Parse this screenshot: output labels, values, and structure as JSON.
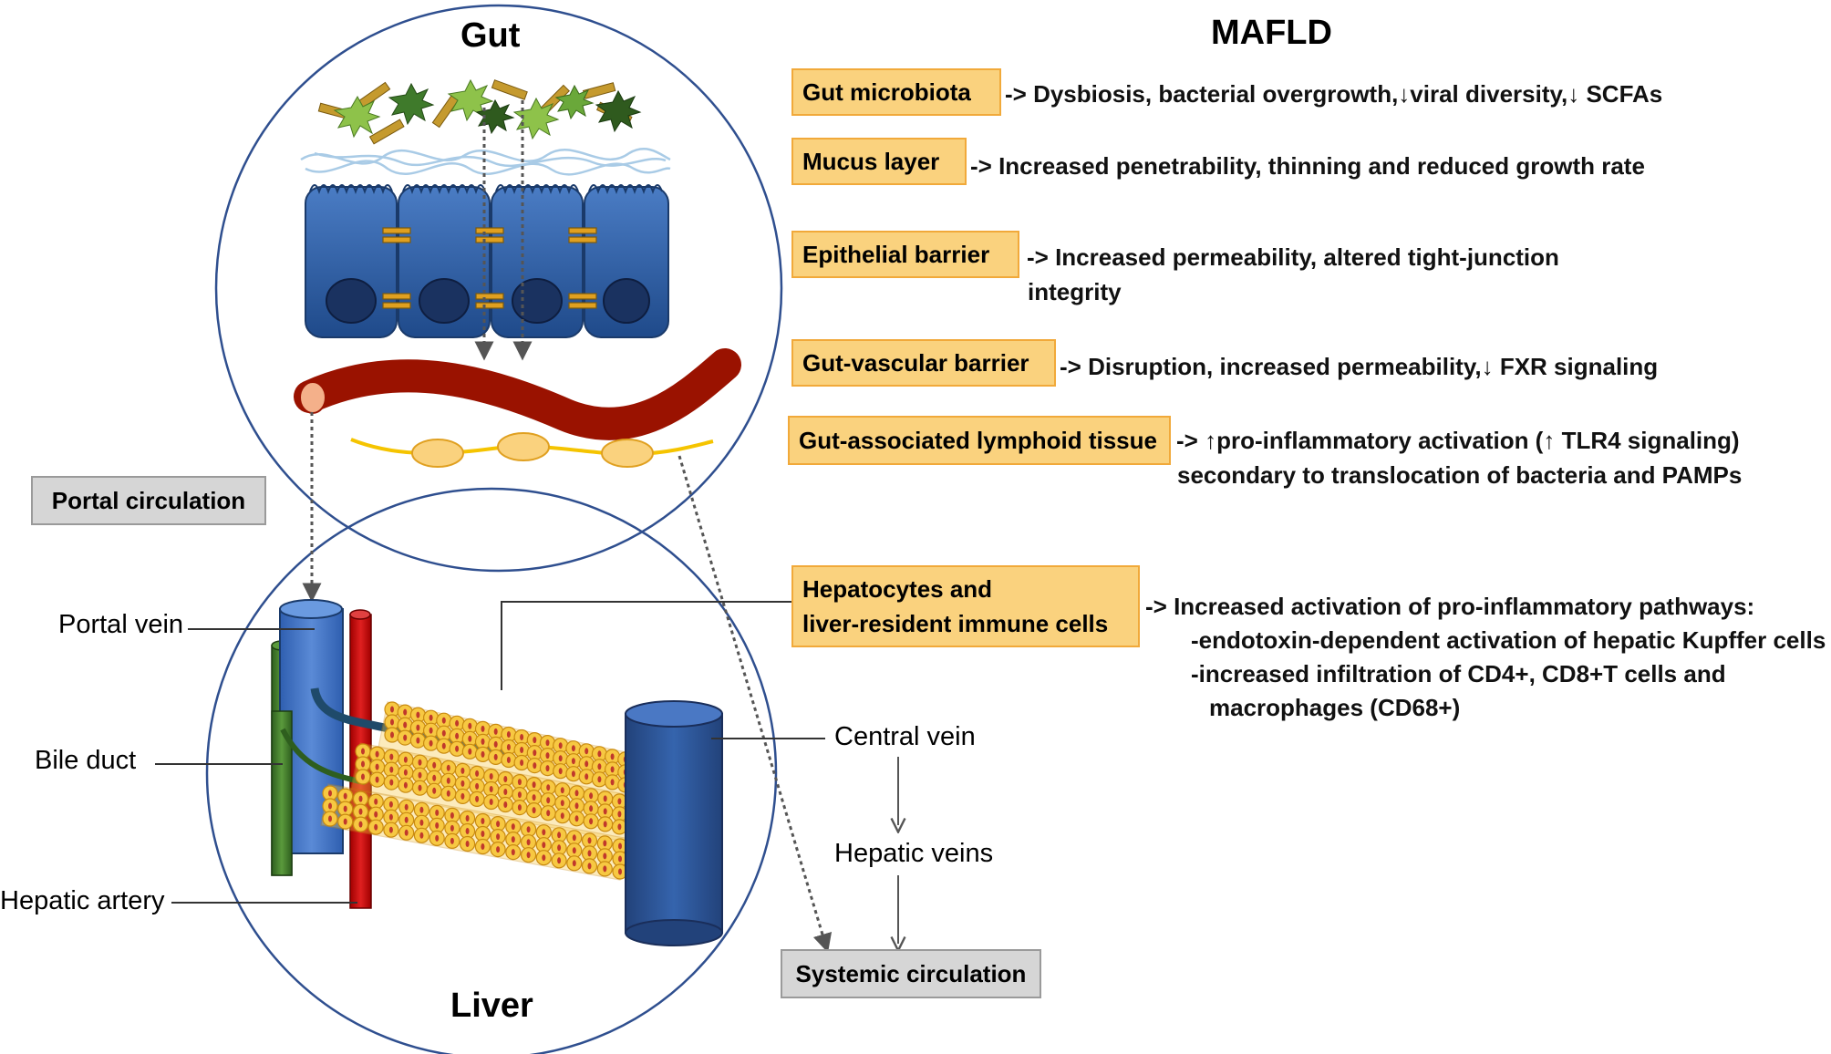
{
  "title": "MAFLD",
  "gut_label": "Gut",
  "liver_label": "Liver",
  "portal_circulation": "Portal circulation",
  "systemic_circulation": "Systemic circulation",
  "liver_structures": {
    "portal_vein": "Portal vein",
    "bile_duct": "Bile duct",
    "hepatic_artery": "Hepatic artery",
    "central_vein": "Central vein",
    "hepatic_veins": "Hepatic veins"
  },
  "factors": [
    {
      "label": "Gut microbiota",
      "desc_lines": [
        "-> Dysbiosis, bacterial overgrowth,↓viral diversity,↓ SCFAs"
      ]
    },
    {
      "label": "Mucus layer",
      "desc_lines": [
        "-> Increased penetrability, thinning and reduced growth rate"
      ]
    },
    {
      "label": "Epithelial barrier",
      "desc_lines": [
        "-> Increased permeability, altered tight-junction",
        "integrity"
      ]
    },
    {
      "label": "Gut-vascular barrier",
      "desc_lines": [
        "-> Disruption, increased permeability,↓ FXR signaling"
      ]
    },
    {
      "label": "Gut-associated lymphoid tissue",
      "desc_lines": [
        "-> ↑pro-inflammatory activation (↑ TLR4 signaling)",
        "secondary to translocation of bacteria and PAMPs"
      ]
    }
  ],
  "hepatocytes": {
    "label_lines": [
      "Hepatocytes and",
      "liver-resident immune cells"
    ],
    "desc_lines": [
      "-> Increased activation of pro-inflammatory pathways:",
      "-endotoxin-dependent activation of hepatic Kupffer cells",
      "-increased infiltration of CD4+, CD8+T cells and",
      "macrophages (CD68+)"
    ]
  },
  "colors": {
    "factor_box_fill": "#fad27e",
    "factor_box_border": "#f1a93a",
    "circle_stroke": "#2f4f8f",
    "epithelium": "#2f5fa8",
    "blood_vessel": "#9a1200",
    "lymph": "#f5c400",
    "portal_vein": "#4472c4",
    "bile_duct": "#3f7a2b",
    "hepatic_artery": "#c00000",
    "central_vein": "#2f5597",
    "hepatocyte": "#f7c842"
  }
}
